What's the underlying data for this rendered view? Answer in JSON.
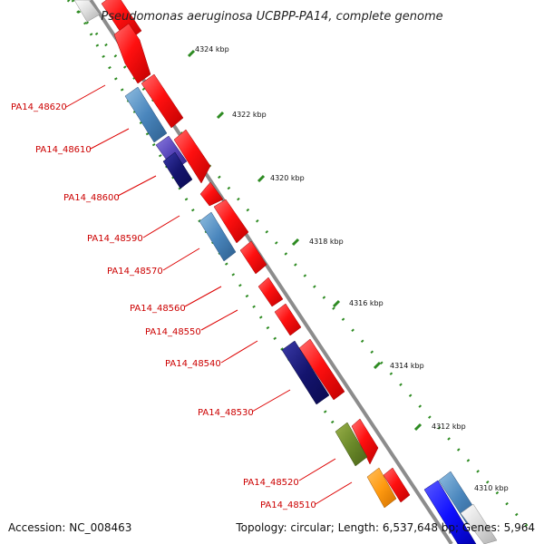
{
  "title": "Pseudomonas aeruginosa UCBPP-PA14, complete genome",
  "footer": {
    "accession": "Accession: NC_008463",
    "summary": "Topology: circular; Length: 6,537,648 bp; Genes: 5,964"
  },
  "ticks": [
    "4324 kbp",
    "4322 kbp",
    "4320 kbp",
    "4318 kbp",
    "4316 kbp",
    "4314 kbp",
    "4312 kbp",
    "4310 kbp"
  ],
  "gene_labels": [
    "PA14_48620",
    "PA14_48610",
    "PA14_48600",
    "PA14_48590",
    "PA14_48570",
    "PA14_48560",
    "PA14_48550",
    "PA14_48540",
    "PA14_48530",
    "PA14_48520",
    "PA14_48510"
  ],
  "colors": {
    "forward_gene": "#ff1a1a",
    "label_line": "#dd0000",
    "tick_dots": "#2e8b22",
    "backbone": "#8c8c8c"
  }
}
